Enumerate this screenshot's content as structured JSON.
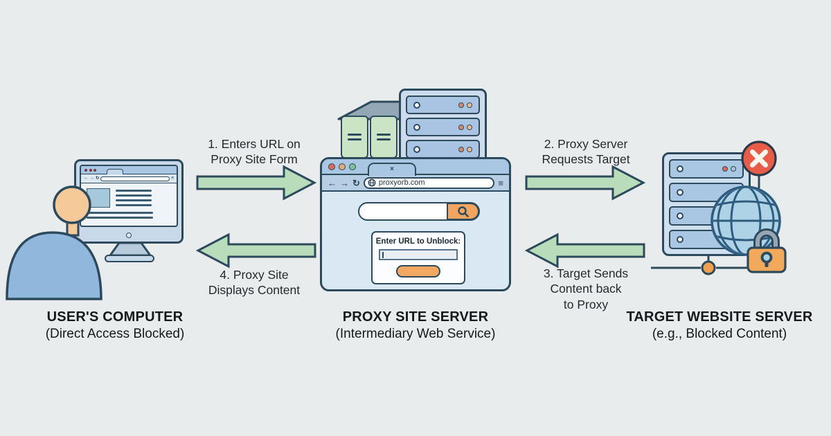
{
  "steps": [
    {
      "label_lines": [
        "1. Enters URL on",
        "Proxy Site Form"
      ],
      "direction": "right"
    },
    {
      "label_lines": [
        "2. Proxy Server",
        "Requests Target"
      ],
      "direction": "right"
    },
    {
      "label_lines": [
        "3. Target Sends",
        "Content back",
        "to Proxy"
      ],
      "direction": "left"
    },
    {
      "label_lines": [
        "4. Proxy Site",
        "Displays Content"
      ],
      "direction": "left"
    }
  ],
  "nodes": {
    "user": {
      "title": "USER'S COMPUTER",
      "subtitle": "(Direct Access Blocked)"
    },
    "proxy": {
      "title": "PROXY SITE SERVER",
      "subtitle": "(Intermediary Web Service)"
    },
    "target": {
      "title": "TARGET WEBSITE SERVER",
      "subtitle": "(e.g., Blocked Content)"
    }
  },
  "proxy_browser": {
    "url": "proxyorb.com",
    "form_label": "Enter URL to Unblock:",
    "icons": {
      "back": "←",
      "forward": "→",
      "refresh": "↻",
      "menu": "≡",
      "tab_close": "×"
    }
  },
  "colors": {
    "background": "#e8eced",
    "outline": "#2c4a5c",
    "arrow_green": "#b9dcba",
    "accent_orange": "#f2a55e",
    "blocked_red": "#e85c48",
    "panel_blue": "#a9c7e2",
    "book_green": "#cbe4c5"
  }
}
